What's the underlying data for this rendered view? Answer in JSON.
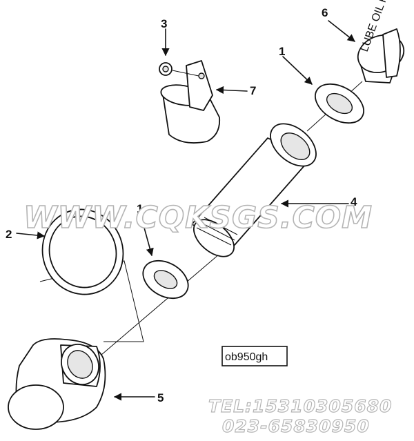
{
  "diagram": {
    "callouts": [
      "1",
      "1",
      "2",
      "3",
      "4",
      "5",
      "6",
      "7"
    ],
    "figure_code": "ob950gh",
    "cap_text": "LUBE OIL FILL ONLY"
  },
  "watermark": {
    "site": "WWW.CQKSGS.COM",
    "tel": "TEL:15310305680",
    "phone2": "023-65830950"
  }
}
